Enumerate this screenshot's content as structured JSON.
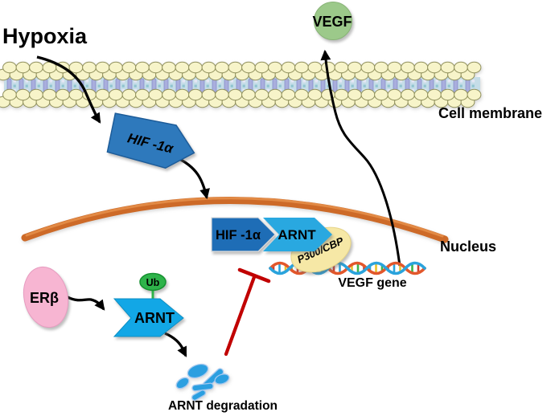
{
  "labels": {
    "hypoxia": "Hypoxia",
    "cell_membrane": "Cell membrane",
    "nucleus": "Nucleus",
    "vegf": "VEGF",
    "hif1a": "HIF -1α",
    "hif1a_complex": "HIF -1α",
    "arnt_complex": "ARNT",
    "p300_cbp": "P300/CBP",
    "vegf_gene": "VEGF gene",
    "erb": "ERβ",
    "arnt": "ARNT",
    "ub": "Ub",
    "arnt_degradation": "ARNT degradation"
  },
  "colors": {
    "membrane_lipid": "#f7f4c9",
    "membrane_band": "#c5dde8",
    "membrane_protein": "#a9aedd",
    "nucleus_orange": "#cd6a28",
    "vegf_green": "#9cc98a",
    "hif1a_blue": "#2e79bc",
    "complex_hif_blue": "#1e6db6",
    "complex_arnt_blue": "#29a8e0",
    "arnt_cyan": "#12a7e6",
    "ub_green": "#2eb34a",
    "p300_yellow": "#f6e8a6",
    "erb_pink": "#f7b5d2",
    "inhibition_red": "#c10000",
    "dna_orange": "#e2572b",
    "dna_blue": "#2aa3dc",
    "degradation_blue": "#2b9fe0",
    "arrow_black": "#000000",
    "dna_rung_palette": [
      "#cc3b2e",
      "#2aa3dc",
      "#e8c22b",
      "#3cb44a"
    ]
  },
  "edges": [
    {
      "from": "Hypoxia",
      "to": "HIF -1α",
      "type": "activation-arrow"
    },
    {
      "from": "HIF -1α",
      "to": "HIF -1α/ARNT nuclear complex",
      "type": "translocation-arrow"
    },
    {
      "from": "ERβ",
      "to": "ARNT",
      "type": "activation-arrow"
    },
    {
      "from": "ARNT (Ub-tagged)",
      "to": "ARNT degradation",
      "type": "degradation-arrow"
    },
    {
      "from": "ARNT degradation",
      "to": "HIF -1α/ARNT complex",
      "type": "inhibition-tbar"
    },
    {
      "from": "VEGF gene",
      "to": "VEGF",
      "type": "expression-arrow"
    }
  ]
}
